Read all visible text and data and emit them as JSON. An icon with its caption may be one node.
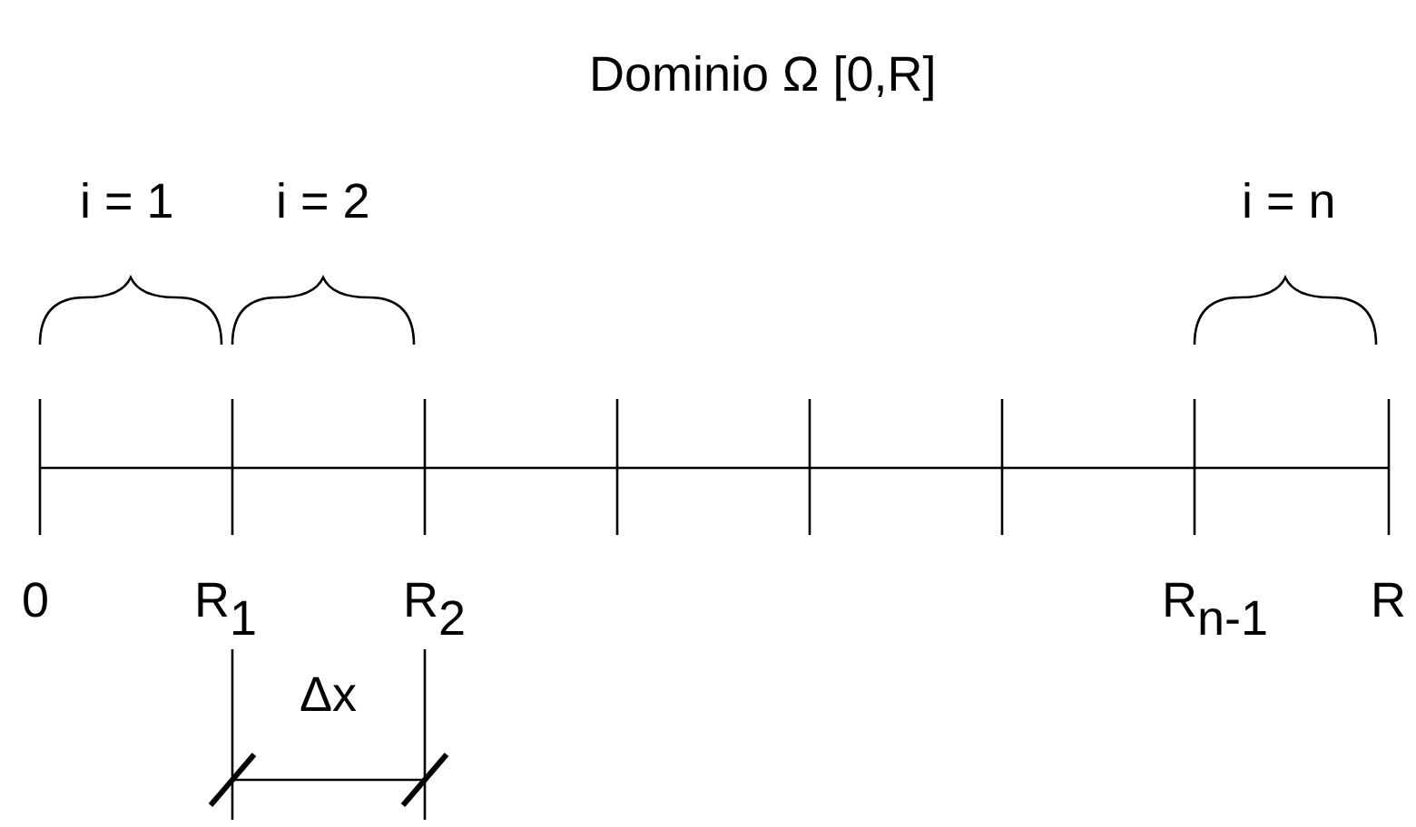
{
  "diagram": {
    "title": "Dominio Ω [0,R]",
    "labels": [
      "i = 1",
      "i = 2",
      "i = n",
      "0",
      "R$_{1}$",
      "R$_{2}$",
      "R$_{n-1}$",
      "R",
      "Δx"
    ]
  }
}
